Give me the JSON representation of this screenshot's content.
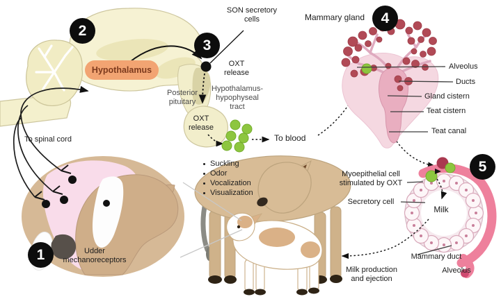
{
  "palette": {
    "brain_cream": "#f6f2d3",
    "brain_inner": "#ebe5b8",
    "hypothalamus_fill": "#f2a472",
    "hypothalamus_text": "#7c3a1d",
    "oxytocin_green": "#8dc63f",
    "alveoli_red": "#b14a56",
    "gland_pink": "#f5d8e1",
    "cistern_pink": "#e9aec0",
    "myoepithelial_rose": "#ee809c",
    "udder_pink": "#f9dcea",
    "cow_tan": "#d8bc96",
    "badge_black": "#0d0d0d"
  },
  "badges": {
    "step1": "1",
    "step2": "2",
    "step3": "3",
    "step4": "4",
    "step5": "5"
  },
  "brain": {
    "son_line1": "SON secretory",
    "son_line2": "cells",
    "hypothalamus": "Hypothalamus",
    "oxt_release_line1": "OXT",
    "oxt_release_line2": "release",
    "posterior_line1": "Posterior",
    "posterior_line2": "pituitary",
    "tract_line1": "Hypothalamus-",
    "tract_line2": "hypophyseal",
    "tract_line3": "tract",
    "oxt_release2_line1": "OXT",
    "oxt_release2_line2": "release",
    "to_spinal_cord": "To spinal cord",
    "to_blood": "To blood"
  },
  "stimuli": {
    "items": [
      "Suckling",
      "Odor",
      "Vocalization",
      "Visualization"
    ]
  },
  "receptor": {
    "line1": "Udder",
    "line2": "mechanoreceptors"
  },
  "gland": {
    "title": "Mammary gland",
    "alveolus": "Alveolus",
    "ducts": "Ducts",
    "gland_cistern": "Gland cistern",
    "teat_cistern": "Teat cistern",
    "teat_canal": "Teat canal"
  },
  "alveolus_detail": {
    "myo_line1": "Myoepithelial cell",
    "myo_line2": "stimulated by OXT",
    "secretory_cell": "Secretory cell",
    "milk": "Milk",
    "mammary_duct": "Mammary duct",
    "alveolus": "Alveolus",
    "production_line1": "Milk production",
    "production_line2": "and ejection"
  }
}
